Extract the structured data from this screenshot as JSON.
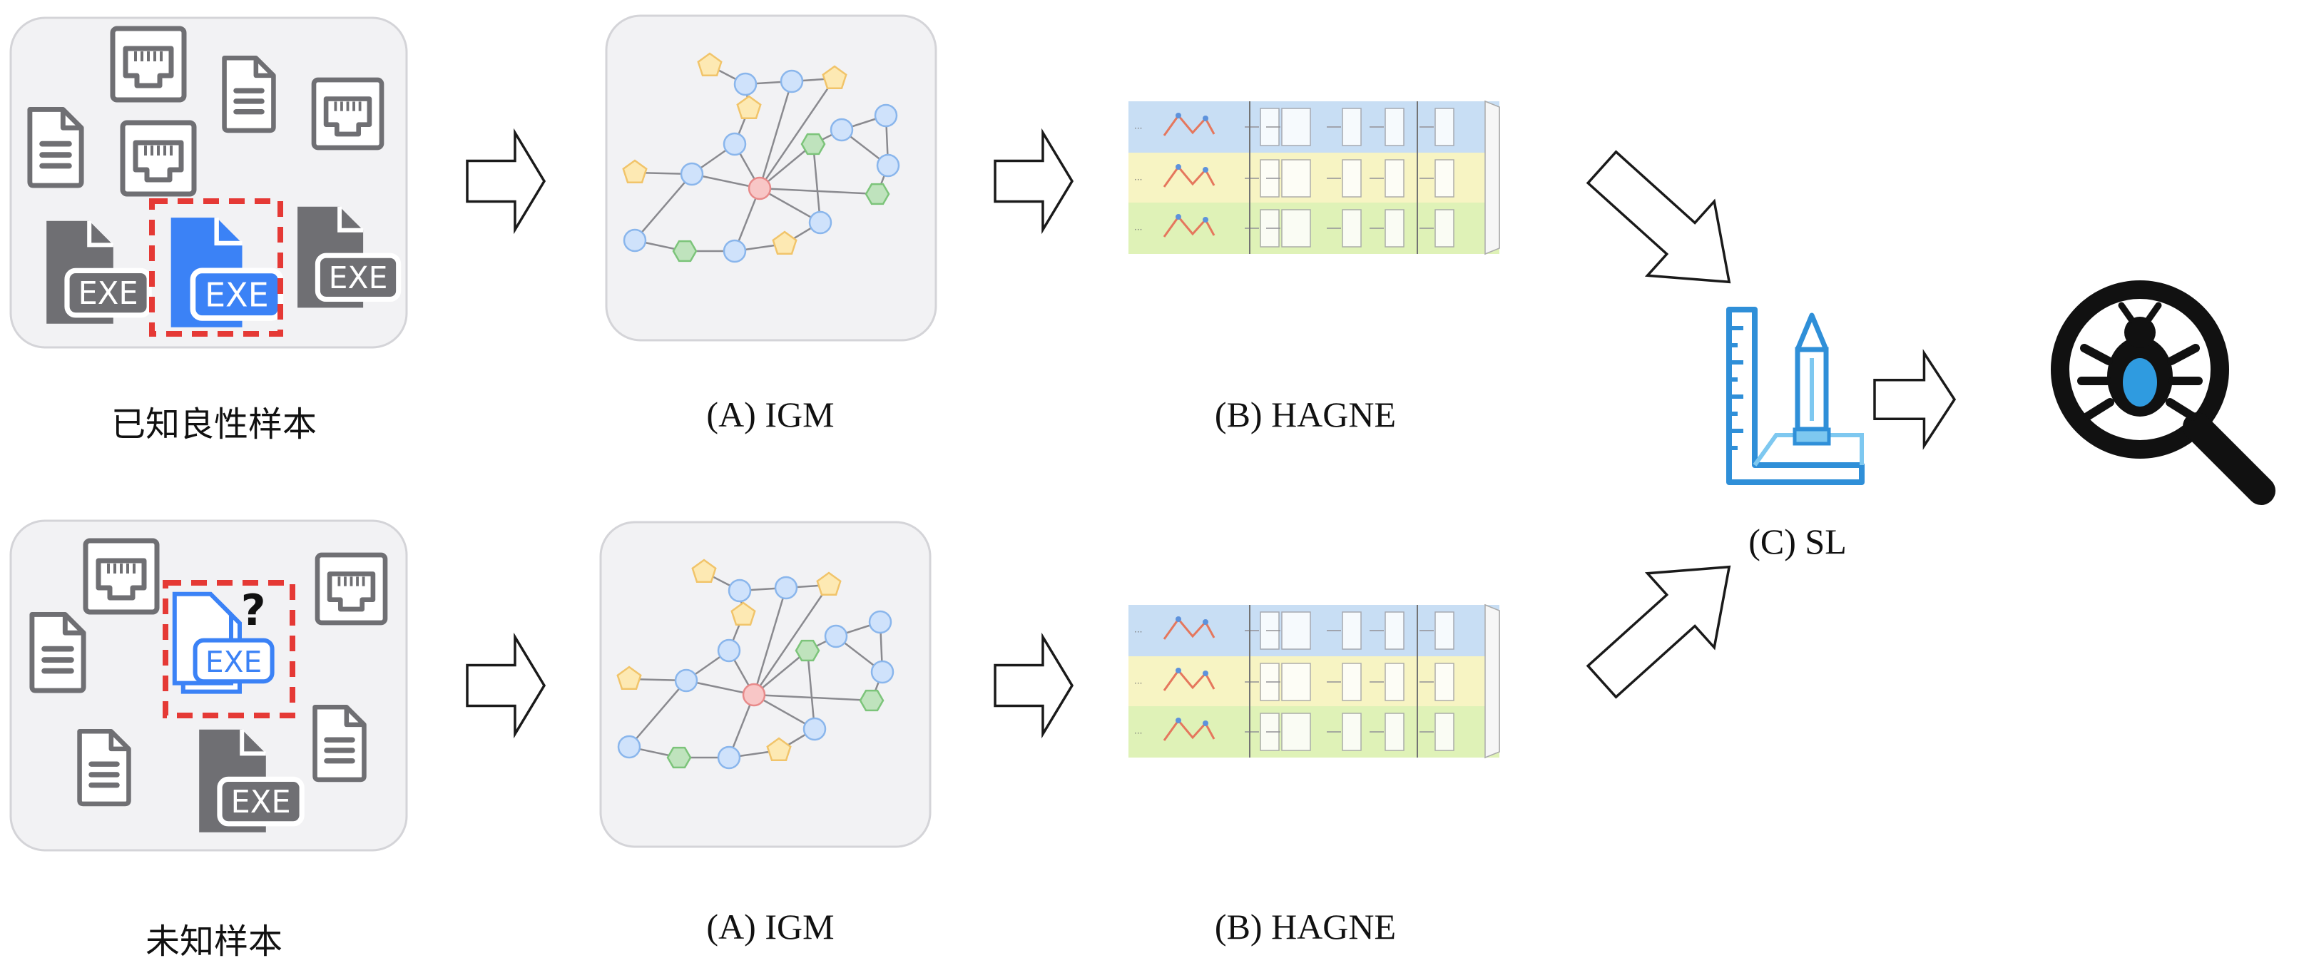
{
  "labels": {
    "known_samples": "已知良性样本",
    "unknown_samples": "未知样本",
    "igm_top": "(A) IGM",
    "igm_bottom": "(A) IGM",
    "hagne_top": "(B) HAGNE",
    "hagne_bottom": "(B) HAGNE",
    "sl": "(C) SL"
  },
  "file_badges": {
    "exe": "EXE",
    "question": "?"
  },
  "colors": {
    "panel_bg": "#f2f2f4",
    "panel_border": "#d4d4d8",
    "file_gray": "#6f6f73",
    "exe_blue": "#3b82f6",
    "dashed_red": "#e53935",
    "node_blue": "#cfe2fb",
    "node_yellow": "#fde9b3",
    "node_green": "#bfe3bd",
    "node_red": "#f8c6c6",
    "band_blue": "#bcd7f2",
    "band_yellow": "#f6f2b6",
    "band_green": "#d8f0a8",
    "sl_blue": "#2f8fd8",
    "bug_blue": "#2f9be0"
  },
  "icons": {
    "input_files": [
      "ethernet-port-icon",
      "document-icon",
      "exe-file-icon"
    ],
    "flow": "hollow-arrow-icon",
    "sl": "ruler-pencil-icon",
    "result": "bug-magnifier-icon"
  }
}
